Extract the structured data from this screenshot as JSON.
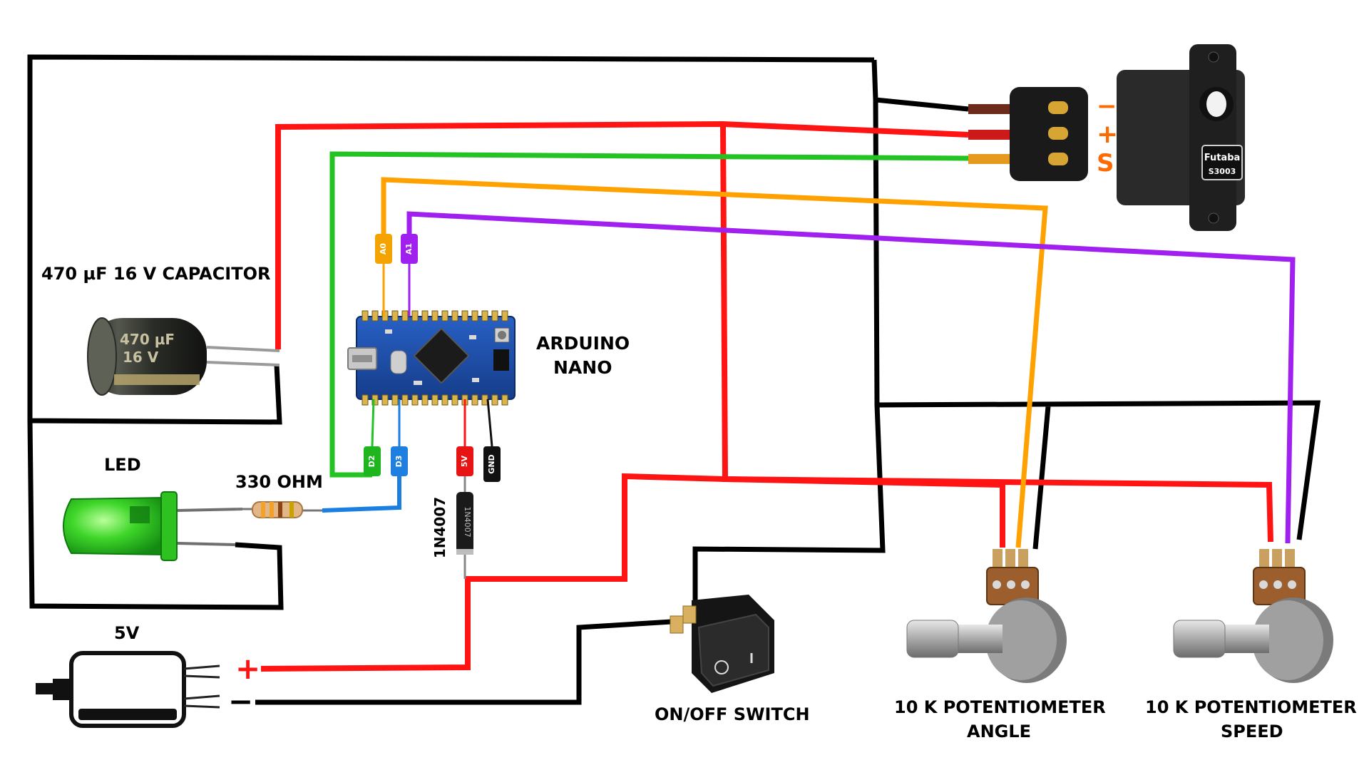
{
  "labels": {
    "capacitor": "470 µF 16 V CAPACITOR",
    "capacitor_marking_value": "470 µF",
    "capacitor_marking_voltage": "16 V",
    "arduino_line1": "ARDUINO",
    "arduino_line2": "NANO",
    "led": "LED",
    "resistor": "330 OHM",
    "diode": "1N4007",
    "diode_marking": "1N4007",
    "supply": "5V",
    "supply_plus": "+",
    "supply_minus": "−",
    "switch": "ON/OFF SWITCH",
    "pot_angle_line1": "10 K POTENTIOMETER",
    "pot_angle_line2": "ANGLE",
    "pot_speed_line1": "10 K POTENTIOMETER",
    "pot_speed_line2": "SPEED",
    "servo_minus": "−",
    "servo_plus": "+",
    "servo_signal": "S",
    "servo_brand": "Futaba",
    "servo_model": "S3003"
  },
  "pins": {
    "a0": "A0",
    "a1": "A1",
    "d2": "D2",
    "d3": "D3",
    "v5": "5V",
    "gnd": "GND"
  },
  "colors": {
    "wire_black": "#000000",
    "wire_red": "#ff1414",
    "wire_green": "#22c322",
    "wire_orange": "#ffa100",
    "wire_purple": "#a020f0",
    "wire_blue": "#1a7fe0",
    "pin_a0": "#f5a300",
    "pin_a1": "#a020f0",
    "pin_d2": "#1fb51f",
    "pin_d3": "#1e7fe0",
    "pin_5v": "#e81313",
    "pin_gnd": "#111111",
    "servo_label": "#ff6a00",
    "supply_plus": "#ff1414",
    "arduino_board": "#1d4fa8"
  },
  "icons": {
    "capacitor": "electrolytic-capacitor",
    "arduino": "arduino-nano-board",
    "led": "green-led",
    "resistor": "resistor",
    "diode": "diode",
    "supply": "power-adapter",
    "switch": "rocker-switch",
    "pot_angle": "potentiometer",
    "pot_speed": "potentiometer",
    "servo": "servo-motor",
    "servo_connector": "servo-connector"
  }
}
